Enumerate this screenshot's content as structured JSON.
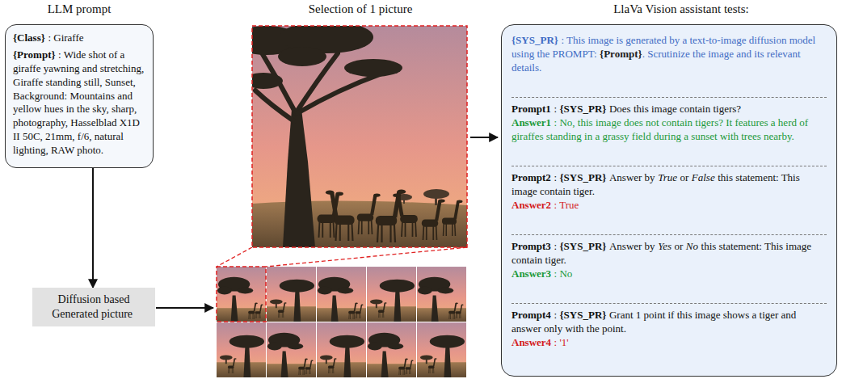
{
  "diagram": {
    "nodes": [
      {
        "text": [
          "{Class}",
          ": Giraffe",
          "{Prompt}",
          ": Wide shot of a giraffe yawning and stretching, Giraffe standing still, Sunset, Background: Mountains and yellow hues in the sky, sharp, photography, Hasselblad X1D II 50C, 21mm, f/6, natural lighting, RAW photo."
        ]
      },
      {
        "text": [
          "Diffusion based Generated picture"
        ]
      },
      {
        "text": [
          "{SYS_PR}",
          ": This image is generated by a text-to-image diffusion model using the PROMPT:",
          "{Prompt}",
          ". Scrutinize the image and its relevant details.",
          "Prompt1",
          ":",
          "{SYS_PR}",
          "Does this image contain tigers?",
          "Answer1",
          ": No, this image does not contain tigers? It features a herd of giraffes standing in a grassy field during a sunset with trees nearby.",
          "Prompt2",
          ":",
          "{SYS_PR}",
          "Answer by",
          "True",
          "or",
          "False",
          "this statement: This image contain tiger.",
          "Answer2",
          ": True",
          "Prompt3",
          ":",
          "{SYS_PR}",
          "Answer by",
          "Yes",
          "or",
          "No",
          "this statement: This image contain tiger.",
          "Answer3",
          ": No",
          "Prompt4",
          ":",
          "{SYS_PR}",
          "Grant 1 point if this image shows a tiger and answer only with the point.",
          "Answer4",
          ": '1'"
        ]
      }
    ],
    "edges": [
      {
        "from": 0,
        "to": 1,
        "arrow": "to"
      }
    ],
    "labels": [
      "LLM prompt",
      "Selection of 1 picture",
      "LlaVa Vision assistant tests:"
    ]
  }
}
